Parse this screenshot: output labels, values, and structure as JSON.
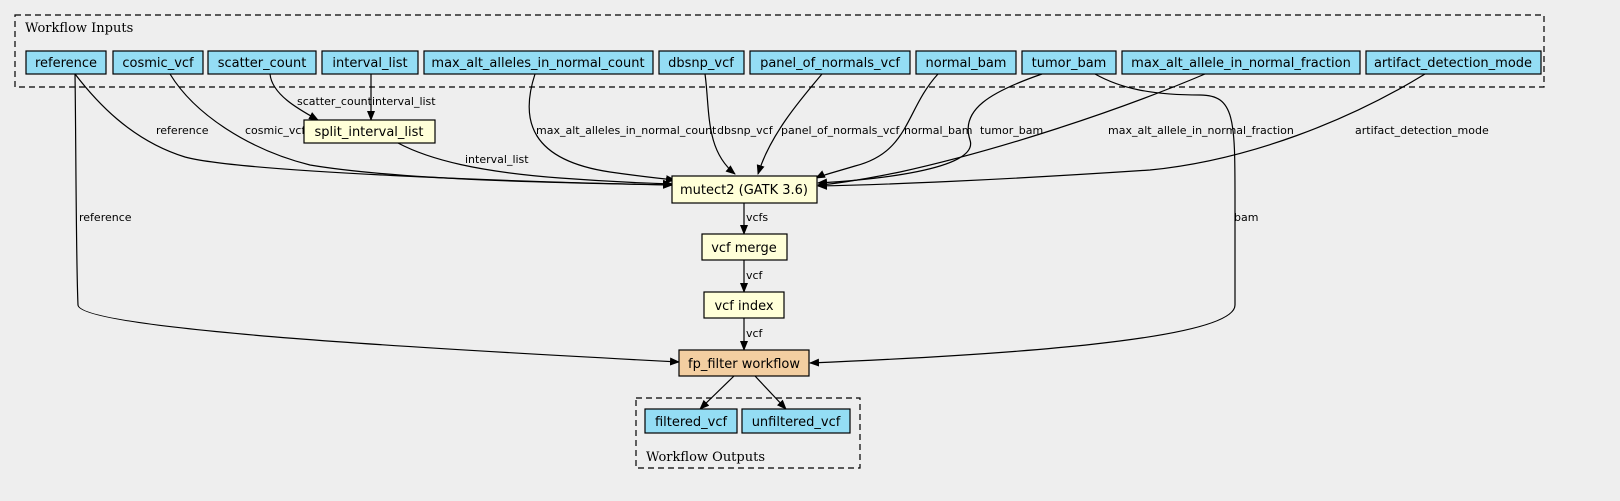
{
  "clusters": {
    "inputs_label": "Workflow Inputs",
    "outputs_label": "Workflow Outputs"
  },
  "colors": {
    "background": "#eeeeee",
    "io_node": "#94ddf4",
    "step_node": "#ffffd8",
    "subworkflow_node": "#f3cea1",
    "stroke": "#000000"
  },
  "inputs": [
    "reference",
    "cosmic_vcf",
    "scatter_count",
    "interval_list",
    "max_alt_alleles_in_normal_count",
    "dbsnp_vcf",
    "panel_of_normals_vcf",
    "normal_bam",
    "tumor_bam",
    "max_alt_allele_in_normal_fraction",
    "artifact_detection_mode"
  ],
  "steps": {
    "split": "split_interval_list",
    "mutect": "mutect2 (GATK 3.6)",
    "merge": "vcf merge",
    "index": "vcf index",
    "filter": "fp_filter workflow"
  },
  "outputs": [
    "filtered_vcf",
    "unfiltered_vcf"
  ],
  "edge_labels": {
    "reference_mutect": "reference",
    "cosmic_mutect": "cosmic_vcf",
    "scatter_split": "scatter_count",
    "interval_split": "interval_list",
    "split_mutect": "interval_list",
    "maxalt_count": "max_alt_alleles_in_normal_count",
    "dbsnp": "dbsnp_vcf",
    "pon": "panel_of_normals_vcf",
    "normal": "normal_bam",
    "tumor": "tumor_bam",
    "maxalt_fraction": "max_alt_allele_in_normal_fraction",
    "artifact": "artifact_detection_mode",
    "vcfs": "vcfs",
    "vcf1": "vcf",
    "vcf2": "vcf",
    "reference_filter": "reference",
    "bam": "bam"
  }
}
